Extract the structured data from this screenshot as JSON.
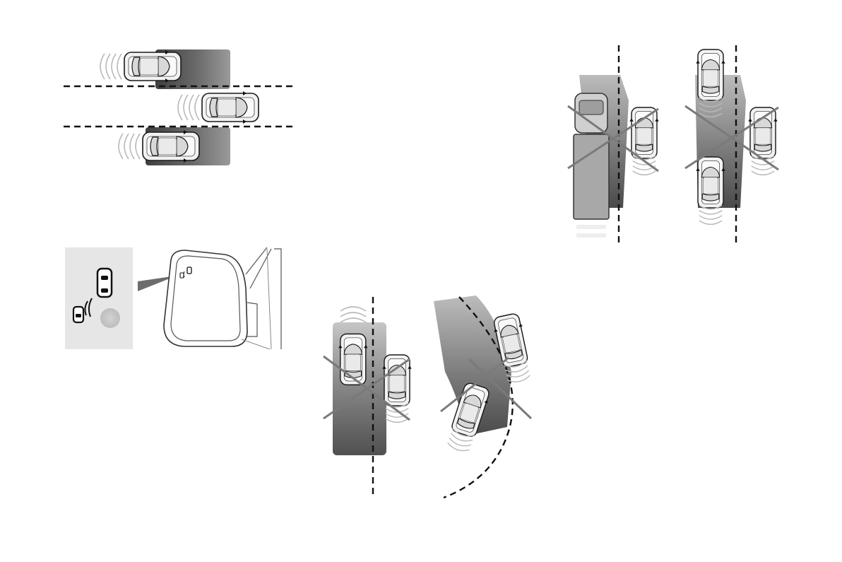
{
  "figures": [
    {
      "id": "lane-change-zones",
      "icon": "car-icon"
    },
    {
      "id": "mirror-indicator",
      "icon": "blind-spot-warning-icon"
    },
    {
      "id": "not-detected-roadside",
      "icon": "car-icon"
    },
    {
      "id": "not-detected-curve",
      "icon": "car-icon"
    },
    {
      "id": "not-detected-truck-and-cars",
      "icon": "truck-icon"
    }
  ],
  "colors": {
    "zone_dark": "#5f5f5f",
    "zone_light": "#bdbdbd",
    "lane_line": "#111111",
    "cross": "#7a7a7a",
    "inset_bg": "#e6e6e6"
  }
}
